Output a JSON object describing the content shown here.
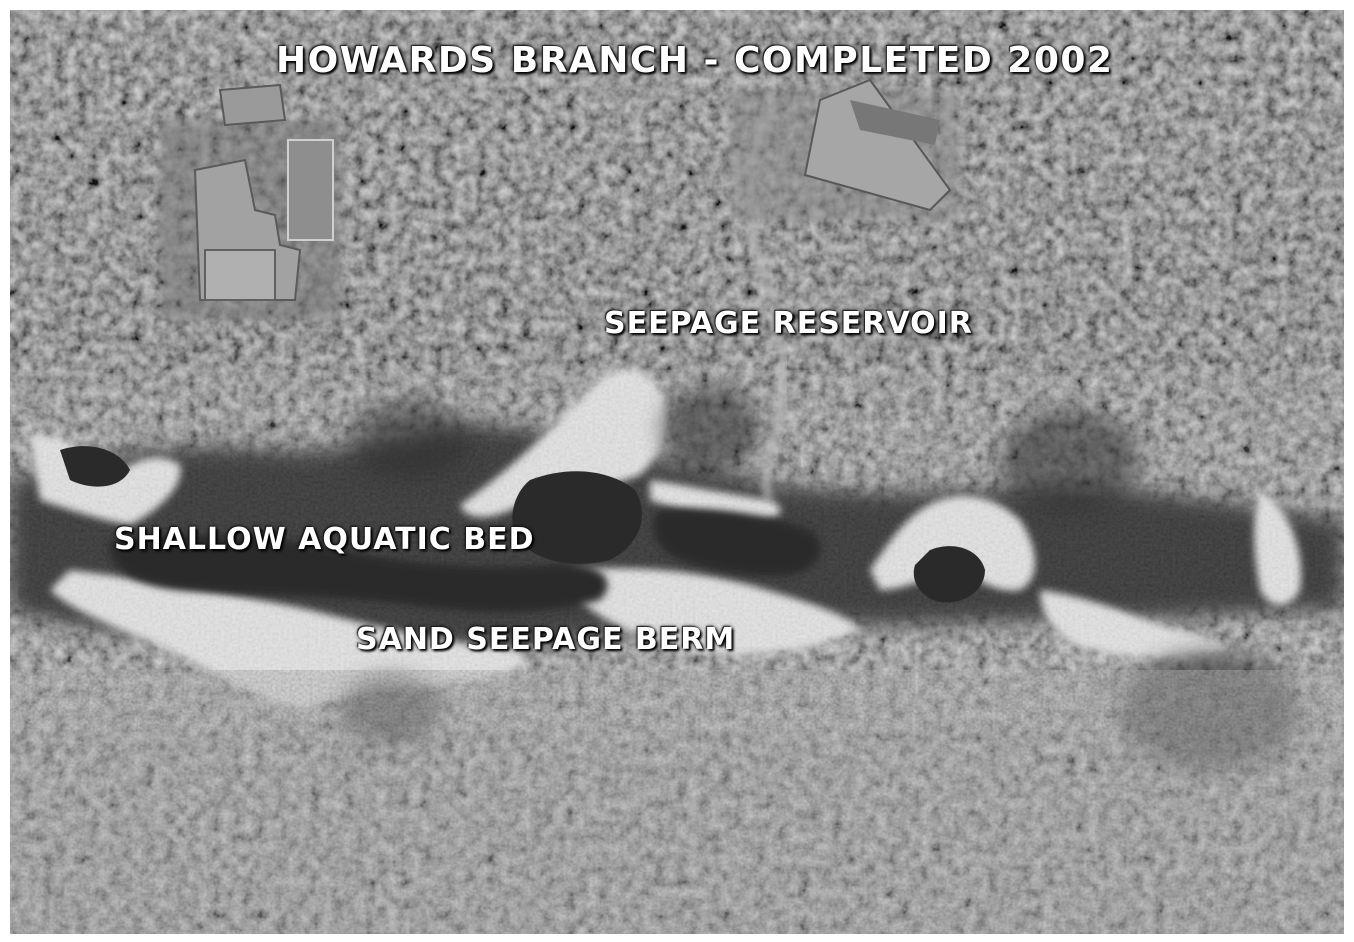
{
  "photo": {
    "title": "HOWARDS BRANCH - COMPLETED 2002",
    "labels": {
      "seepage_reservoir": "SEEPAGE RESERVOIR",
      "shallow_aquatic_bed": "SHALLOW AQUATIC BED",
      "sand_seepage_berm": "SAND SEEPAGE BERM"
    }
  },
  "colors": {
    "forest_dark": "#3a3a3a",
    "forest_mid": "#6b6b6b",
    "sand": "#e6e6e6",
    "water": "#2b2b2b",
    "roof": "#9a9a9a",
    "label_text": "#ffffff"
  }
}
